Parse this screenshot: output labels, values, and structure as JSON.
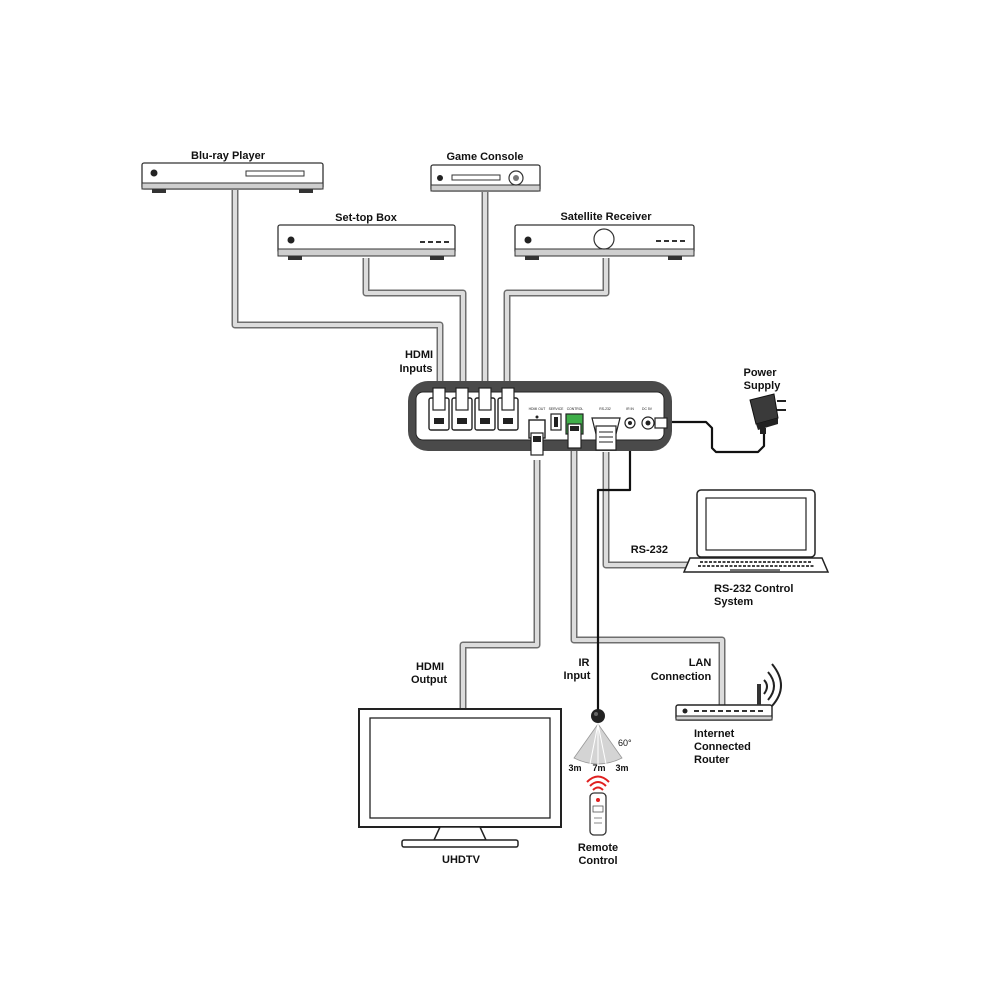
{
  "labels": {
    "bluray": "Blu-ray Player",
    "game_console": "Game Console",
    "settop": "Set-top Box",
    "satellite": "Satellite Receiver",
    "hdmi_inputs_1": "HDMI",
    "hdmi_inputs_2": "Inputs",
    "power_1": "Power",
    "power_2": "Supply",
    "rs232": "RS-232",
    "rs232_ctrl_1": "RS-232 Control",
    "rs232_ctrl_2": "System",
    "hdmi_output_1": "HDMI",
    "hdmi_output_2": "Output",
    "ir_input_1": "IR",
    "ir_input_2": "Input",
    "lan_1": "LAN",
    "lan_2": "Connection",
    "router_1": "Internet",
    "router_2": "Connected",
    "router_3": "Router",
    "uhdtv": "UHDTV",
    "remote_1": "Remote",
    "remote_2": "Control",
    "angle": "60°",
    "dist_left": "3m",
    "dist_center": "7m",
    "dist_right": "3m"
  },
  "port_labels": {
    "hdmi_out": "HDMI OUT",
    "service": "SERVICE",
    "control": "CONTROL",
    "rs232": "RS-232",
    "ir_in": "IR IN",
    "dc": "DC 5V"
  },
  "colors": {
    "cable_outline": "#6e6e6e",
    "cable_fill": "#dcdcdc",
    "device_body": "#4a4a4a",
    "ir_signal": "#e02020"
  }
}
